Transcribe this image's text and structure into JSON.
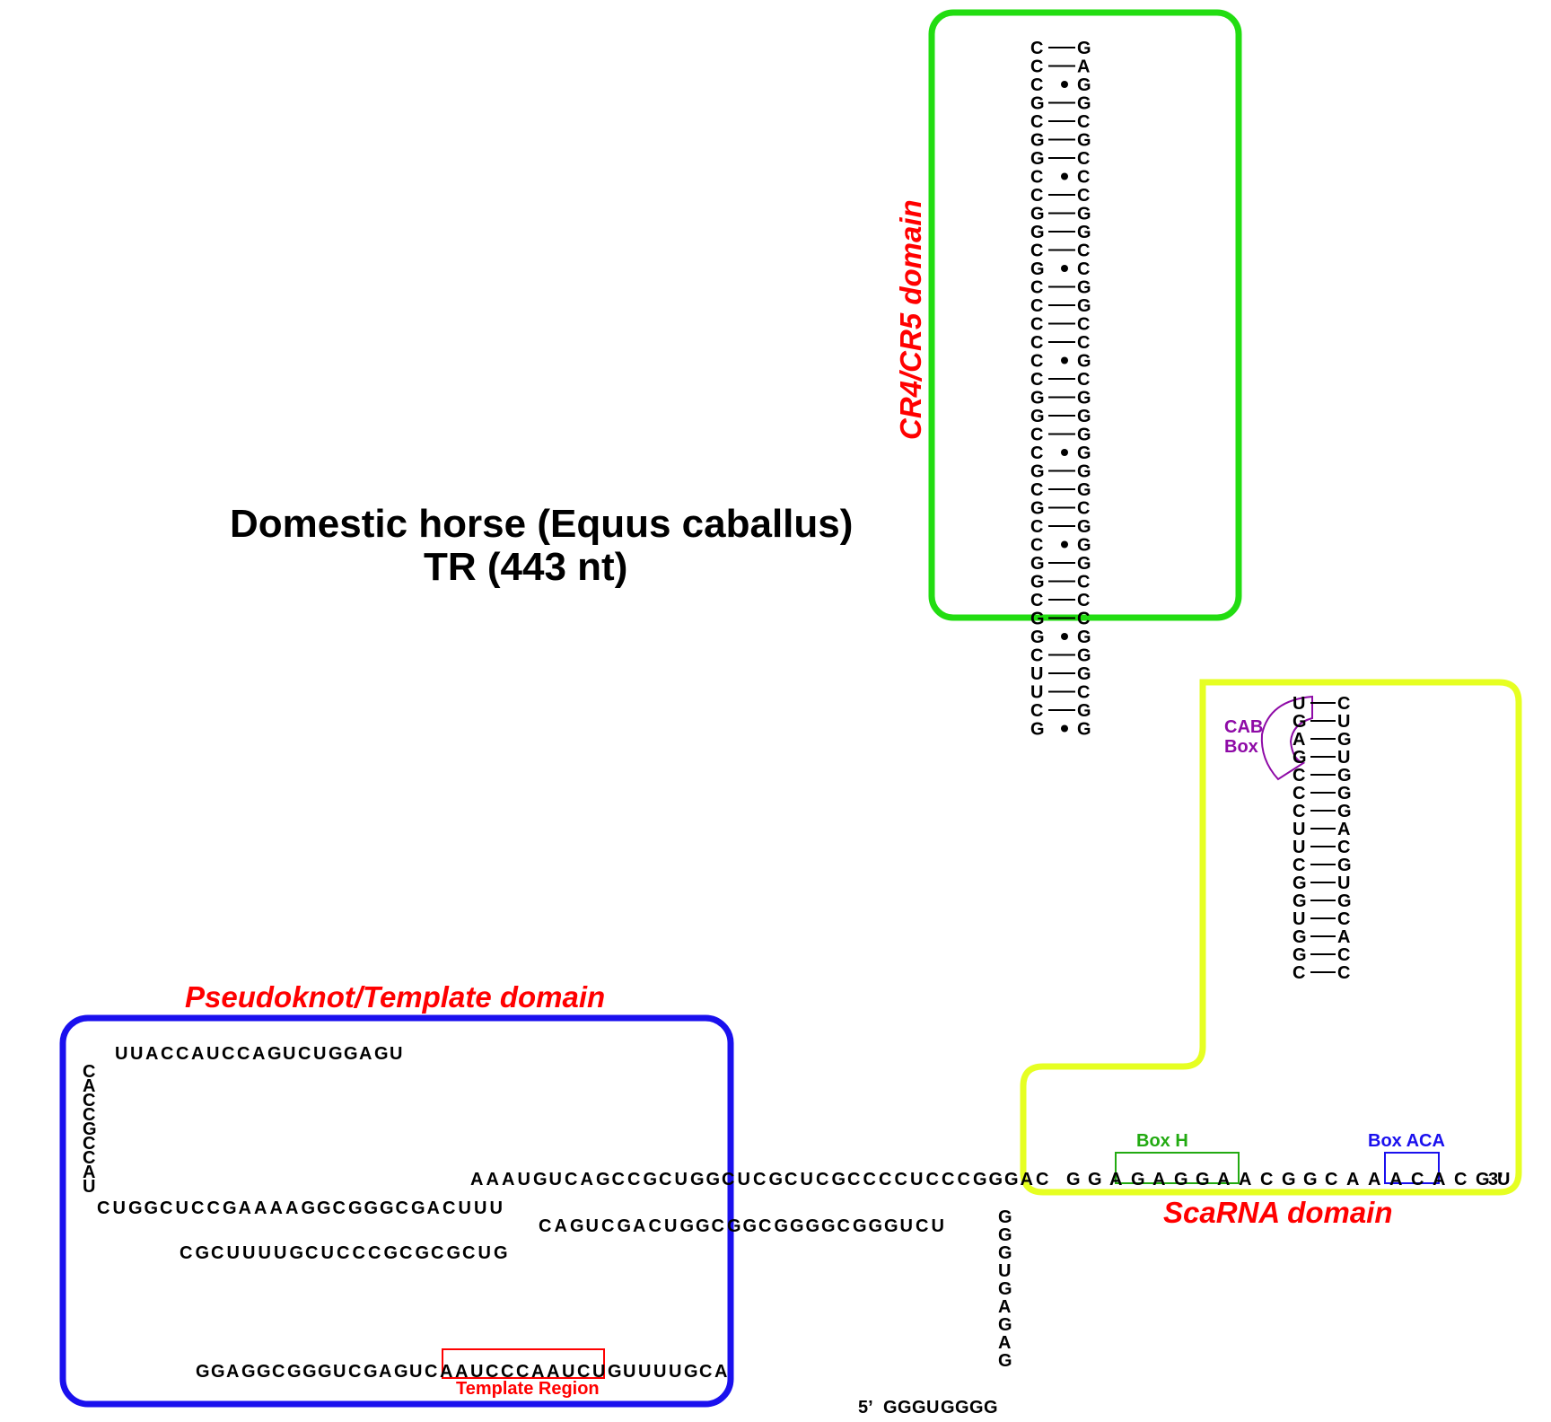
{
  "title": {
    "line1": "Domestic horse (Equus caballus)",
    "line2": "TR (443 nt)"
  },
  "domains": {
    "cr4_cr5": {
      "label": "CR4/CR5 domain",
      "color": "#22dd11"
    },
    "pseudoknot": {
      "label": "Pseudoknot/Template domain",
      "color": "#1a10ee"
    },
    "scarna": {
      "label": "ScaRNA domain",
      "color": "#e6ff22"
    }
  },
  "annotations": {
    "template_region": {
      "label": "Template Region",
      "sequence": "AAUCCCAAUC",
      "color": "#ff0000"
    },
    "box_h": {
      "label": "Box H",
      "sequence": "AGAGGAA",
      "color": "#22aa11"
    },
    "box_aca": {
      "label": "Box ACA",
      "sequence": "ACA",
      "color": "#1a10ee"
    },
    "cab_box": {
      "label_line1": "CAB",
      "label_line2": "Box",
      "sequence": "UGAG",
      "color": "#8e0aa6"
    }
  },
  "ends": {
    "five_prime": "5’",
    "three_prime": "3’"
  },
  "sequences": {
    "five_prime_tail": "GGGUGGGG",
    "p1_arm_vertical": "GAGAGUGGG",
    "pk_loop_top": "UUACCAUCCAGUCUGGAGU",
    "pk_loop_left": "CACCGCCAU",
    "pk_bottom_strand": "CUGGCUCCGAAAAGGCGGGCGACUUU",
    "pk_lower_strand": "CGCUUUUGCUCCCGCGCGCUG",
    "template_tail": "GGAGGCGGGUCGAGUCAAUCCCAAUCUGUUUUGCA",
    "p2_upper": "AAAUGUCAGCCGCUGGCUCGCUCGCCCCUCCCGGGAC",
    "p2_lower": "CAGUCGACUGGCGGCGGGGCGGGUCU",
    "cr4_stem_left": "CCCGCGGCCGGCGCCCCCCGGCCGCGCCGGCGGCUUCG",
    "scarna_3prime": "GGAGAGGAACGGCAAACACGU"
  }
}
